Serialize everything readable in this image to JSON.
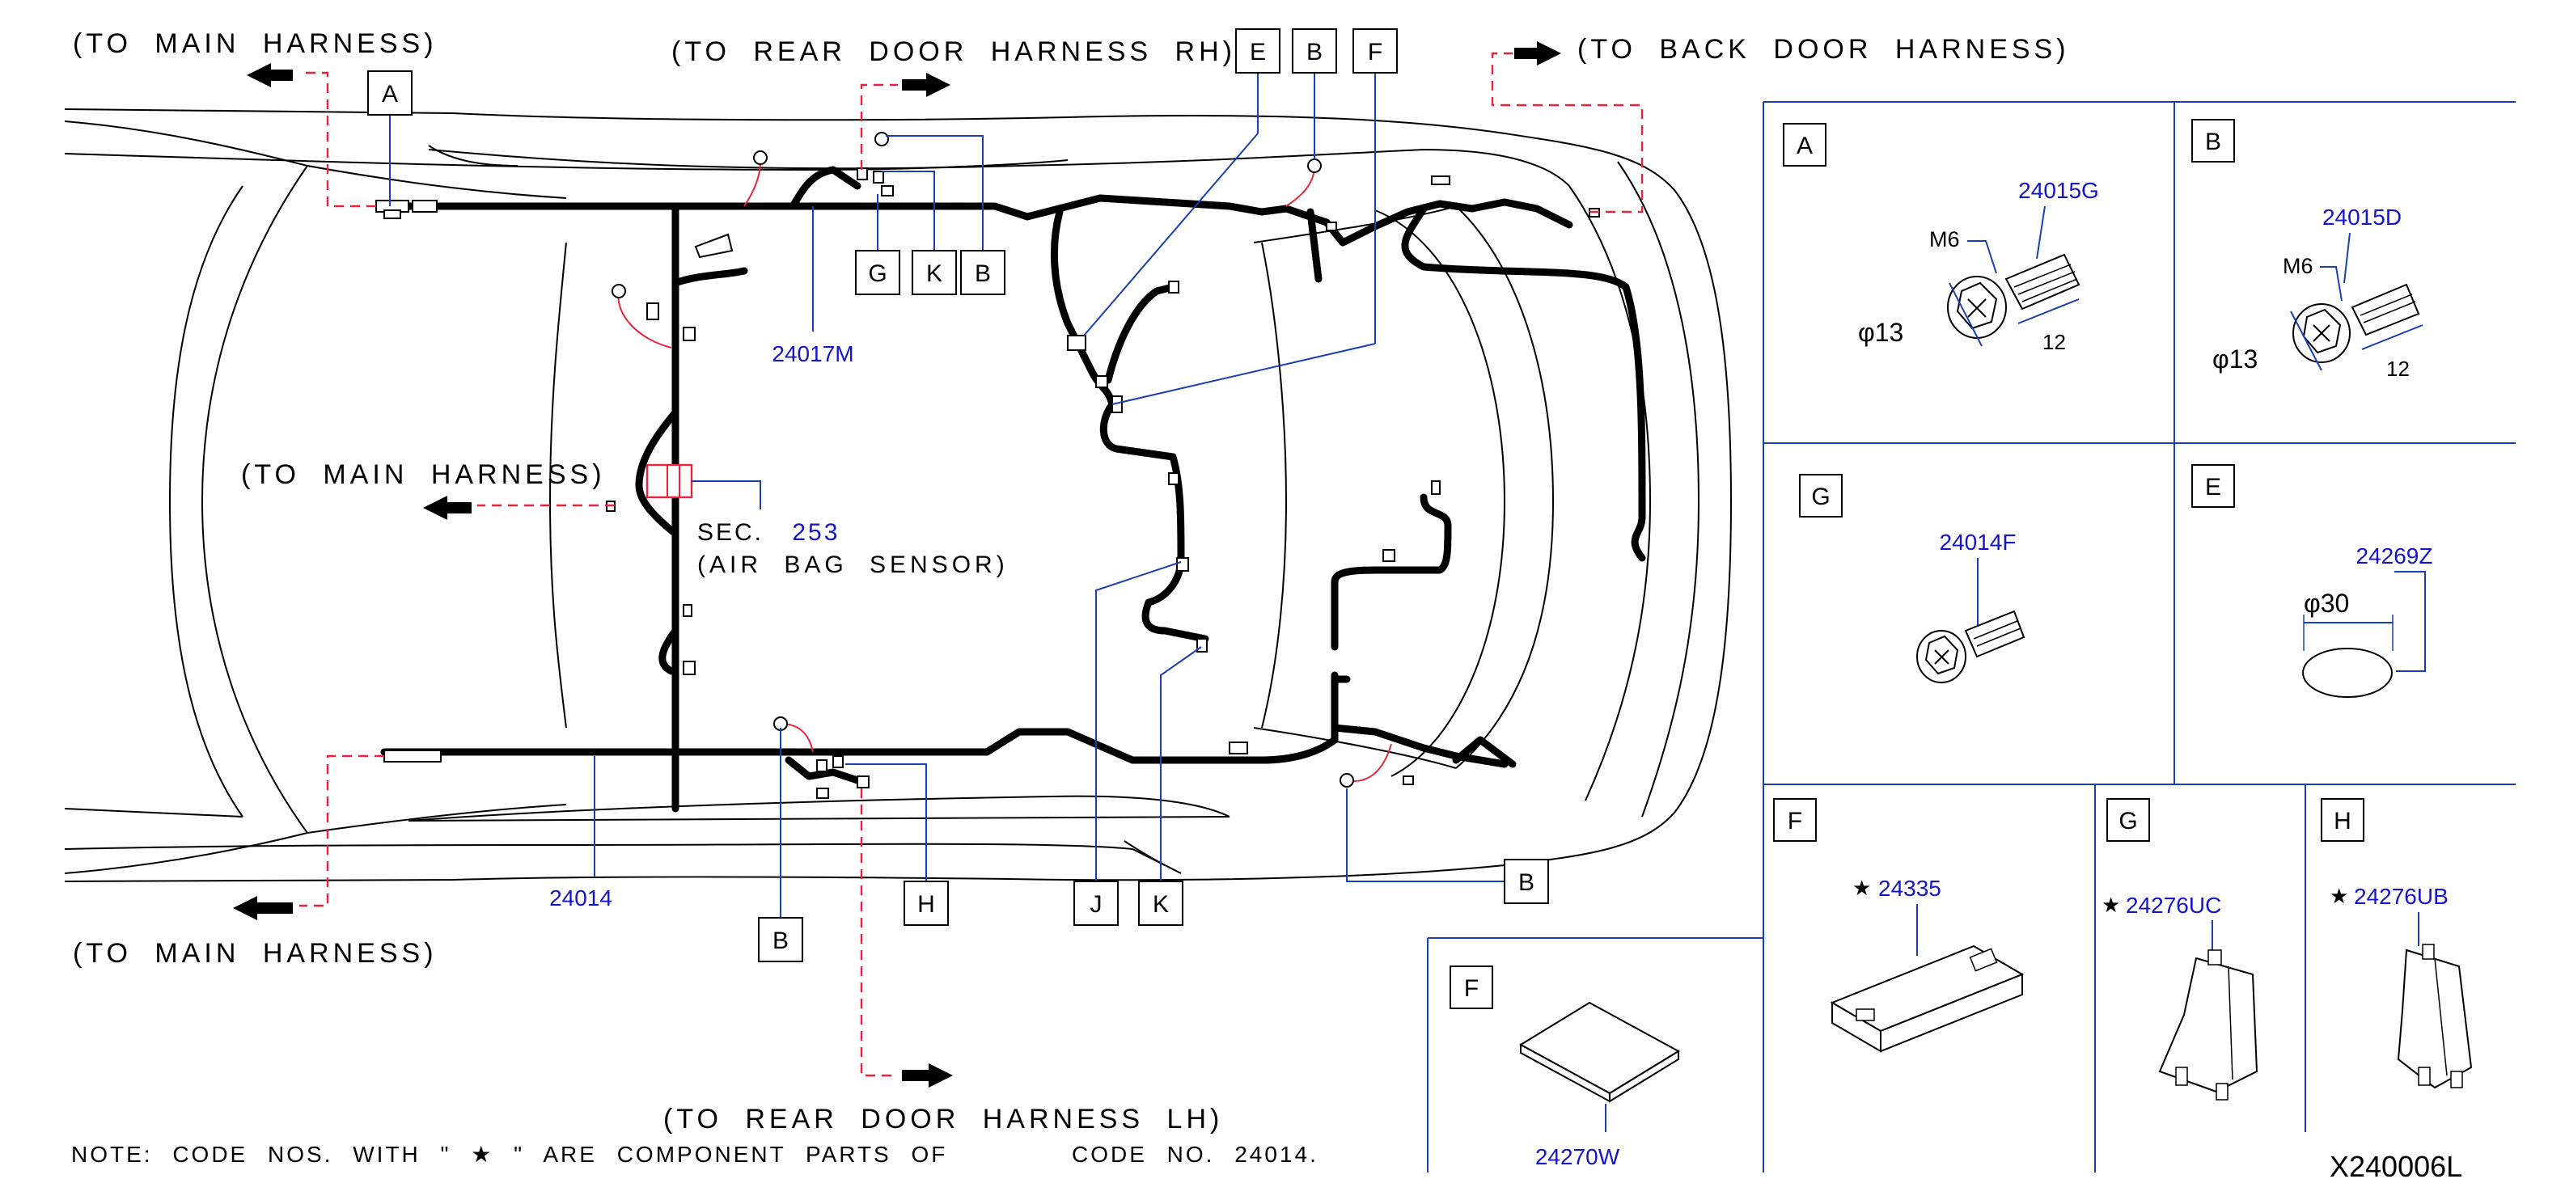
{
  "labels": {
    "main_harness_top": "(TO MAIN HARNESS)",
    "rear_door_rh": "(TO REAR DOOR HARNESS RH)",
    "back_door": "(TO BACK DOOR HARNESS)",
    "main_harness_mid": "(TO MAIN HARNESS)",
    "sec": "SEC.",
    "sec_num": "253",
    "air_bag": "(AIR BAG SENSOR)",
    "main_harness_bottom": "(TO MAIN HARNESS)",
    "rear_door_lh": "(TO REAR DOOR HARNESS LH)"
  },
  "part_codes": {
    "harness_main": "24014",
    "harness_sub": "24017M"
  },
  "callouts": {
    "top_a": "A",
    "top_e": "E",
    "top_b": "B",
    "top_f": "F",
    "cluster_g": "G",
    "cluster_k": "K",
    "cluster_b": "B",
    "right_b": "B",
    "bottom_b": "B",
    "bottom_h": "H",
    "bottom_j": "J",
    "bottom_k": "K"
  },
  "note": {
    "prefix": "NOTE:  CODE  NOS.  WITH  \" ",
    "star": "★",
    "suffix": " \"  ARE  COMPONENT  PARTS  OF",
    "code_text": "CODE  NO.  24014."
  },
  "drawing_id": "X240006L",
  "panels": [
    {
      "id": "A",
      "part": "24015G",
      "thread": "M6",
      "diameter": "φ13",
      "length": "12"
    },
    {
      "id": "B",
      "part": "24015D",
      "thread": "M6",
      "diameter": "φ13",
      "length": "12"
    },
    {
      "id": "G",
      "part": "24014F"
    },
    {
      "id": "E",
      "part": "24269Z",
      "diameter": "φ30"
    },
    {
      "id": "F",
      "part": "24335",
      "star": "★"
    },
    {
      "id": "G",
      "part": "24276UC",
      "star": "★"
    },
    {
      "id": "H",
      "part": "24276UB",
      "star": "★"
    },
    {
      "id": "F",
      "part": "24270W"
    }
  ]
}
